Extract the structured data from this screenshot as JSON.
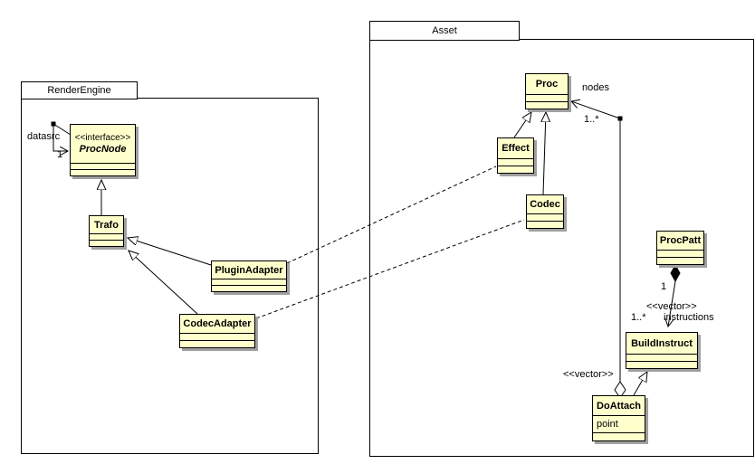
{
  "packages": [
    {
      "name": "RenderEngine"
    },
    {
      "name": "Asset"
    }
  ],
  "classes": {
    "procnode": {
      "stereotype": "<<interface>>",
      "name": "ProcNode"
    },
    "trafo": {
      "name": "Trafo"
    },
    "pluginadapter": {
      "name": "PluginAdapter"
    },
    "codecadapter": {
      "name": "CodecAdapter"
    },
    "proc": {
      "name": "Proc"
    },
    "effect": {
      "name": "Effect"
    },
    "codec": {
      "name": "Codec"
    },
    "procpatt": {
      "name": "ProcPatt"
    },
    "buildinstruct": {
      "name": "BuildInstruct"
    },
    "doattach": {
      "name": "DoAttach",
      "attribute": "point"
    }
  },
  "edge_labels": {
    "datasrc": "datasrc",
    "datasrc_mult": "1",
    "nodes": "nodes",
    "nodes_mult": "1..*",
    "procpatt_mult": "1",
    "instructions_stereotype": "<<vector>>",
    "instructions_mult": "1..*",
    "instructions": "instructions",
    "doattach_stereotype": "<<vector>>"
  },
  "colors": {
    "class_fill": "#ffffcc",
    "class_border": "#000000",
    "shadow": "#a0a0a0",
    "background": "#ffffff"
  }
}
